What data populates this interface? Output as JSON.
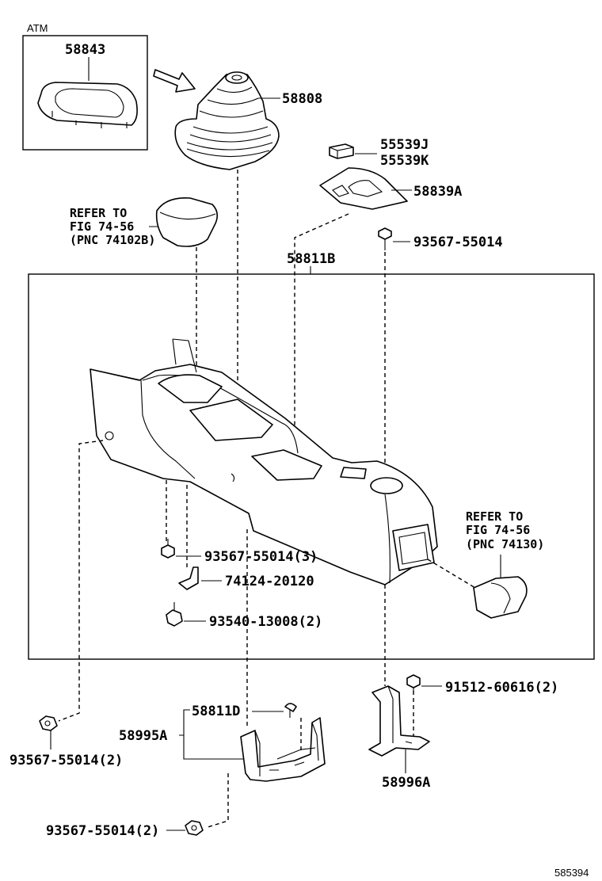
{
  "labels": {
    "atm": "ATM",
    "p58843": "58843",
    "p58808": "58808",
    "p55539j": "55539J",
    "p55539k": "55539K",
    "p58839a": "58839A",
    "refer1_line1": "REFER TO",
    "refer1_line2": "FIG 74-56",
    "refer1_line3": "(PNC 74102B)",
    "p93567_top": "93567-55014",
    "p58811b": "58811B",
    "refer2_line1": "REFER TO",
    "refer2_line2": "FIG 74-56",
    "refer2_line3": "(PNC 74130)",
    "p93567_3": "93567-55014(3)",
    "p74124": "74124-20120",
    "p93540": "93540-13008(2)",
    "p91512": "91512-60616(2)",
    "p58811d": "58811D",
    "p58995a": "58995A",
    "p93567_left": "93567-55014(2)",
    "p58996a": "58996A",
    "p93567_bottom": "93567-55014(2)",
    "diagram_id": "585394"
  }
}
